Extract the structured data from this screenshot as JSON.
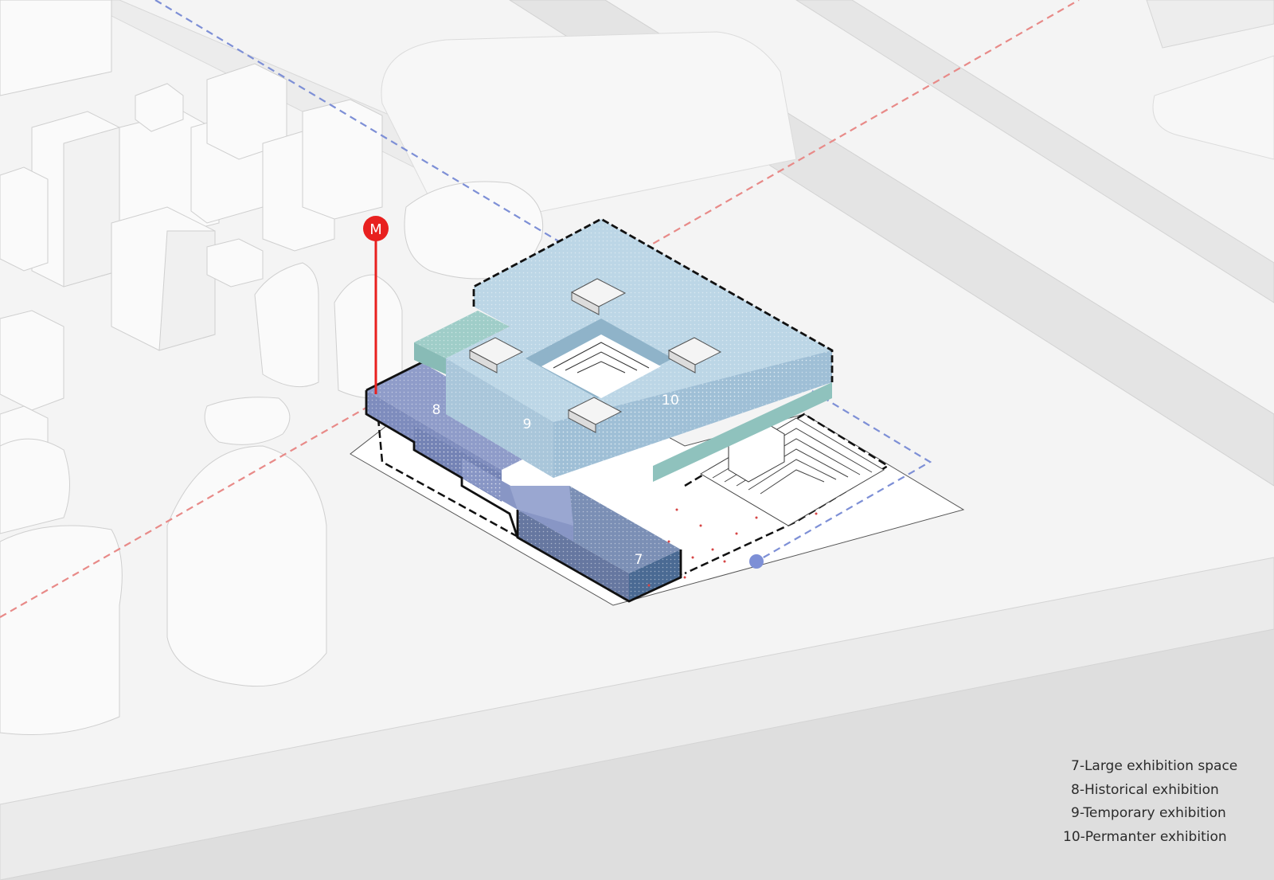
{
  "metro": {
    "label": "M",
    "color": "#e8201f"
  },
  "labels": {
    "space7": "7",
    "space8": "8",
    "space9": "9",
    "space10": "10"
  },
  "legend": [
    "7-Large exhibition space",
    "8-Historical exhibition",
    "9-Temporary exhibition",
    "10-Permanter exhibition"
  ],
  "colors": {
    "roof10": "#bcd6e6",
    "band9": "#9fcdc8",
    "space8": "#8795c4",
    "space7": "#4a6a93",
    "axis_red": "#e88a88",
    "axis_blue": "#7d8fd6"
  }
}
